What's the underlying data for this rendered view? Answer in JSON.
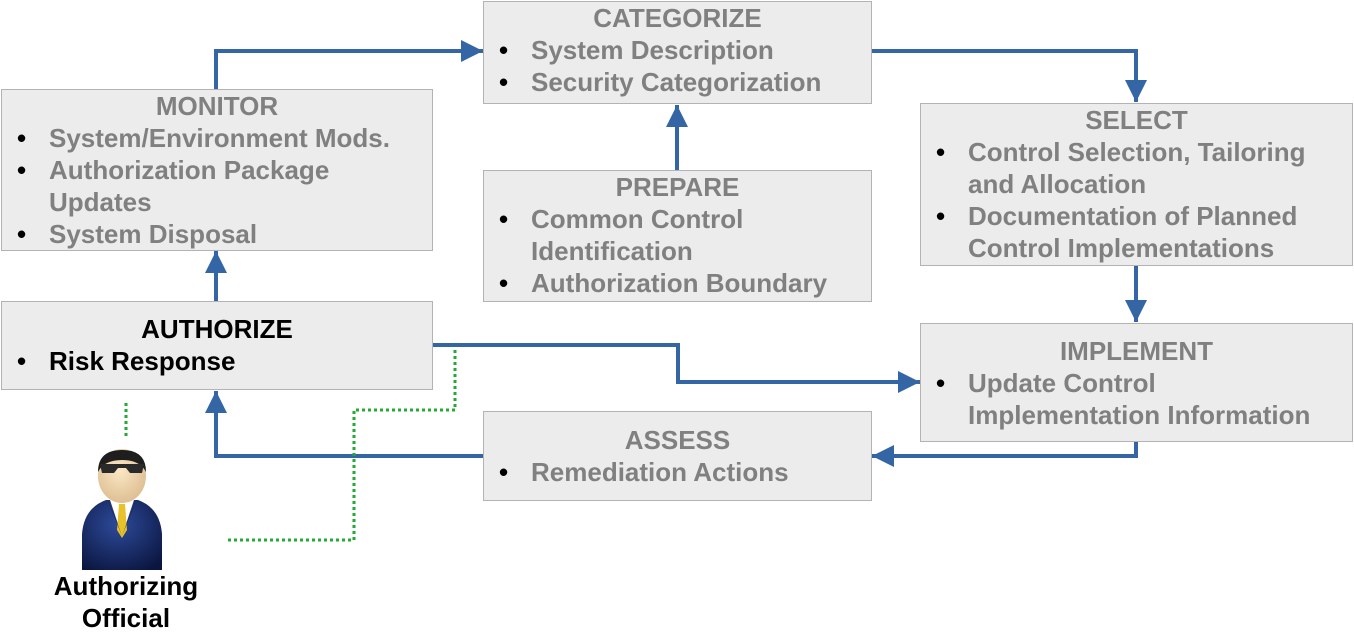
{
  "colors": {
    "arrow": "#3465a4",
    "dotted_link": "#22aa33",
    "box_fill": "#ececec",
    "inactive_text": "#808080",
    "active_text": "#000000"
  },
  "steps": {
    "categorize": {
      "title": "CATEGORIZE",
      "items": [
        "System Description",
        "Security Categorization"
      ]
    },
    "monitor": {
      "title": "MONITOR",
      "items": [
        "System/Environment Mods.",
        "Authorization Package Updates",
        "System Disposal"
      ]
    },
    "prepare": {
      "title": "PREPARE",
      "items": [
        "Common Control Identification",
        "Authorization Boundary"
      ]
    },
    "select": {
      "title": "SELECT",
      "items": [
        "Control Selection, Tailoring and Allocation",
        "Documentation of Planned Control Implementations"
      ]
    },
    "authorize": {
      "title": "AUTHORIZE",
      "items": [
        "Risk Response"
      ]
    },
    "implement": {
      "title": "IMPLEMENT",
      "items": [
        "Update Control Implementation Information"
      ]
    },
    "assess": {
      "title": "ASSESS",
      "items": [
        "Remediation Actions"
      ]
    }
  },
  "actor": {
    "label": "Authorizing Official",
    "icon": "business-person-icon"
  }
}
